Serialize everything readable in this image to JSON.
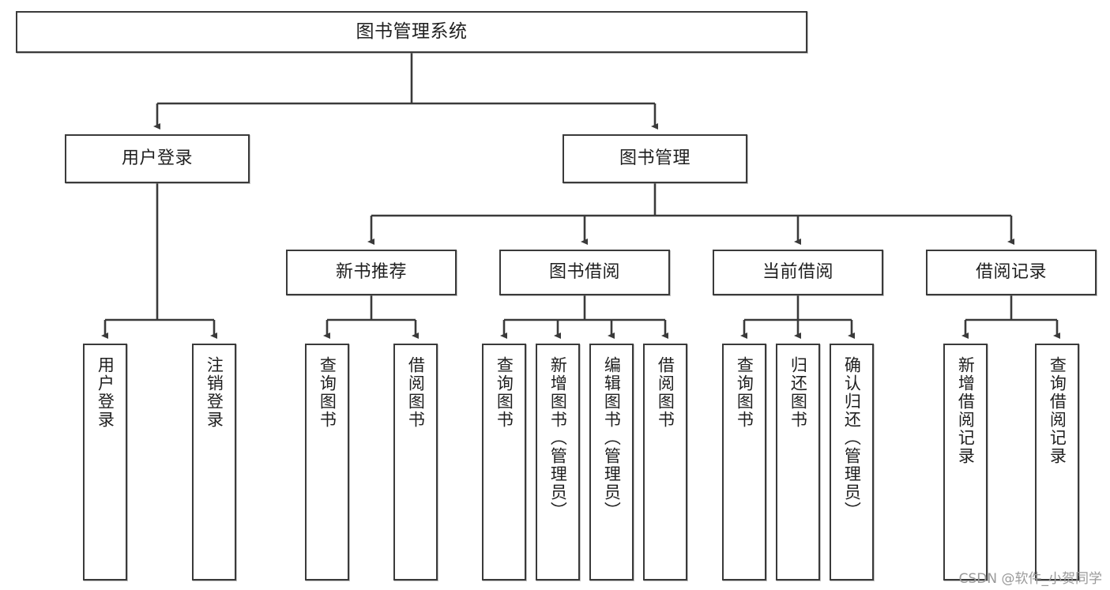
{
  "diagram": {
    "title": "图书管理系统",
    "watermark": "CSDN @软件_小贺同学",
    "stroke_color": "#3a3a3a",
    "text_color": "#1f1f1f",
    "background_color": "#ffffff",
    "root": {
      "label": "图书管理系统"
    },
    "branches": [
      {
        "label": "用户登录"
      },
      {
        "label": "图书管理"
      }
    ],
    "subbranches": [
      {
        "label": "新书推荐"
      },
      {
        "label": "图书借阅"
      },
      {
        "label": "当前借阅"
      },
      {
        "label": "借阅记录"
      }
    ],
    "leaves": [
      {
        "label": "用户登录"
      },
      {
        "label": "注销登录"
      },
      {
        "label": "查询图书"
      },
      {
        "label": "借阅图书"
      },
      {
        "label": "查询图书"
      },
      {
        "label": "新增图书（管理员）"
      },
      {
        "label": "编辑图书（管理员）"
      },
      {
        "label": "借阅图书"
      },
      {
        "label": "查询图书"
      },
      {
        "label": "归还图书"
      },
      {
        "label": "确认归还（管理员）"
      },
      {
        "label": "新增借阅记录"
      },
      {
        "label": "查询借阅记录"
      }
    ]
  }
}
